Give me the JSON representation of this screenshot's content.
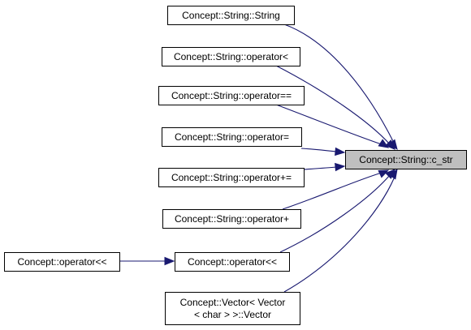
{
  "diagram": {
    "nodes": [
      {
        "id": "string_ctor",
        "label": "Concept::String::String",
        "highlighted": false
      },
      {
        "id": "op_lt",
        "label": "Concept::String::operator<",
        "highlighted": false
      },
      {
        "id": "op_eqeq",
        "label": "Concept::String::operator==",
        "highlighted": false
      },
      {
        "id": "op_assign",
        "label": "Concept::String::operator=",
        "highlighted": false
      },
      {
        "id": "op_pluseq",
        "label": "Concept::String::operator+=",
        "highlighted": false
      },
      {
        "id": "op_plus",
        "label": "Concept::String::operator+",
        "highlighted": false
      },
      {
        "id": "outer_shift",
        "label": "Concept::operator<<",
        "highlighted": false
      },
      {
        "id": "inner_shift",
        "label": "Concept::operator<<",
        "highlighted": false
      },
      {
        "id": "vector_ctor",
        "label": "Concept::Vector< Vector\n< char > >::Vector",
        "highlighted": false
      },
      {
        "id": "c_str",
        "label": "Concept::String::c_str",
        "highlighted": true
      }
    ],
    "edges": [
      {
        "from": "string_ctor",
        "to": "c_str"
      },
      {
        "from": "op_lt",
        "to": "c_str"
      },
      {
        "from": "op_eqeq",
        "to": "c_str"
      },
      {
        "from": "op_assign",
        "to": "c_str"
      },
      {
        "from": "op_pluseq",
        "to": "c_str"
      },
      {
        "from": "op_plus",
        "to": "c_str"
      },
      {
        "from": "inner_shift",
        "to": "c_str"
      },
      {
        "from": "outer_shift",
        "to": "inner_shift"
      },
      {
        "from": "vector_ctor",
        "to": "c_str"
      }
    ],
    "colors": {
      "edge": "#191970",
      "target_fill": "#bfbfbf",
      "node_fill": "#ffffff",
      "border": "#000000"
    }
  }
}
